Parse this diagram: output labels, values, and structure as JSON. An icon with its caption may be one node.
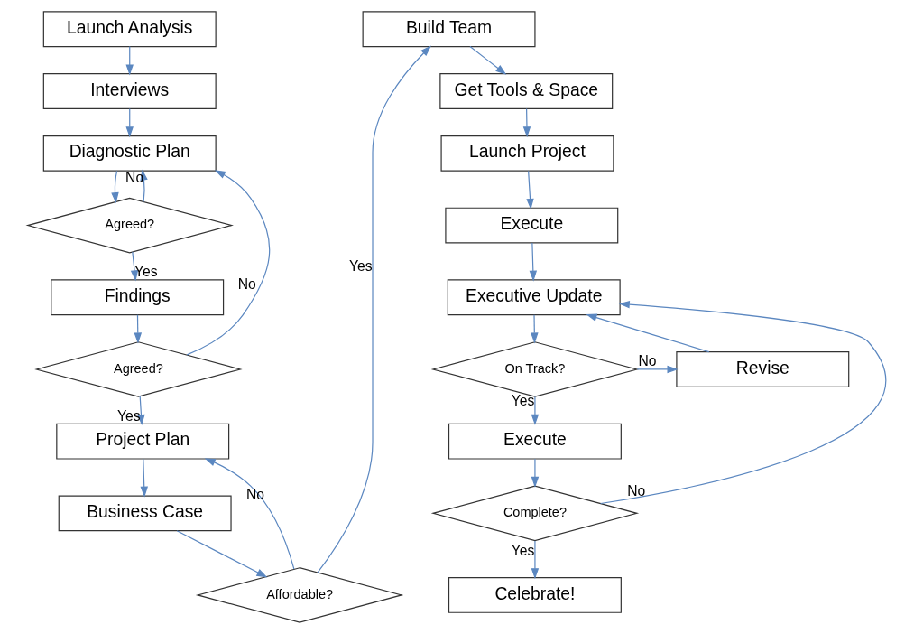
{
  "diagram": {
    "nodes": [
      {
        "text": [
          "Launch Analysis"
        ]
      },
      {
        "text": [
          "Interviews"
        ]
      },
      {
        "text": [
          "Diagnostic Plan"
        ]
      },
      {
        "text": [
          "Agreed?"
        ]
      },
      {
        "text": [
          "Findings"
        ]
      },
      {
        "text": [
          "Agreed?"
        ]
      },
      {
        "text": [
          "Project Plan"
        ]
      },
      {
        "text": [
          "Business Case"
        ]
      },
      {
        "text": [
          "Affordable?"
        ]
      },
      {
        "text": [
          "Build Team"
        ]
      },
      {
        "text": [
          "Get Tools & Space"
        ]
      },
      {
        "text": [
          "Launch Project"
        ]
      },
      {
        "text": [
          "Execute"
        ]
      },
      {
        "text": [
          "Executive Update"
        ]
      },
      {
        "text": [
          "On Track?"
        ]
      },
      {
        "text": [
          "Revise"
        ]
      },
      {
        "text": [
          "Execute"
        ]
      },
      {
        "text": [
          "Complete?"
        ]
      },
      {
        "text": [
          "Celebrate!"
        ]
      }
    ],
    "edges": [
      {
        "from": 0,
        "to": 1,
        "arrow": "to"
      },
      {
        "from": 1,
        "to": 2,
        "arrow": "to"
      },
      {
        "from": 2,
        "to": 3,
        "arrow": "to"
      },
      {
        "from": 3,
        "to": 2,
        "arrow": "to",
        "label": "No"
      },
      {
        "from": 3,
        "to": 4,
        "arrow": "to",
        "label": "Yes"
      },
      {
        "from": 4,
        "to": 5,
        "arrow": "to"
      },
      {
        "from": 5,
        "to": 2,
        "arrow": "to",
        "label": "No"
      },
      {
        "from": 5,
        "to": 6,
        "arrow": "to",
        "label": "Yes"
      },
      {
        "from": 6,
        "to": 7,
        "arrow": "to"
      },
      {
        "from": 7,
        "to": 8,
        "arrow": "to"
      },
      {
        "from": 8,
        "to": 6,
        "arrow": "to",
        "label": "No"
      },
      {
        "from": 8,
        "to": 9,
        "arrow": "to",
        "label": "Yes"
      },
      {
        "from": 9,
        "to": 10,
        "arrow": "to"
      },
      {
        "from": 10,
        "to": 11,
        "arrow": "to"
      },
      {
        "from": 11,
        "to": 12,
        "arrow": "to"
      },
      {
        "from": 12,
        "to": 13,
        "arrow": "to"
      },
      {
        "from": 13,
        "to": 14,
        "arrow": "to"
      },
      {
        "from": 14,
        "to": 15,
        "arrow": "to",
        "label": "No"
      },
      {
        "from": 15,
        "to": 13,
        "arrow": "to"
      },
      {
        "from": 14,
        "to": 16,
        "arrow": "to",
        "label": "Yes"
      },
      {
        "from": 16,
        "to": 17,
        "arrow": "to"
      },
      {
        "from": 17,
        "to": 13,
        "arrow": "to",
        "label": "No"
      },
      {
        "from": 17,
        "to": 18,
        "arrow": "to",
        "label": "Yes"
      }
    ]
  }
}
